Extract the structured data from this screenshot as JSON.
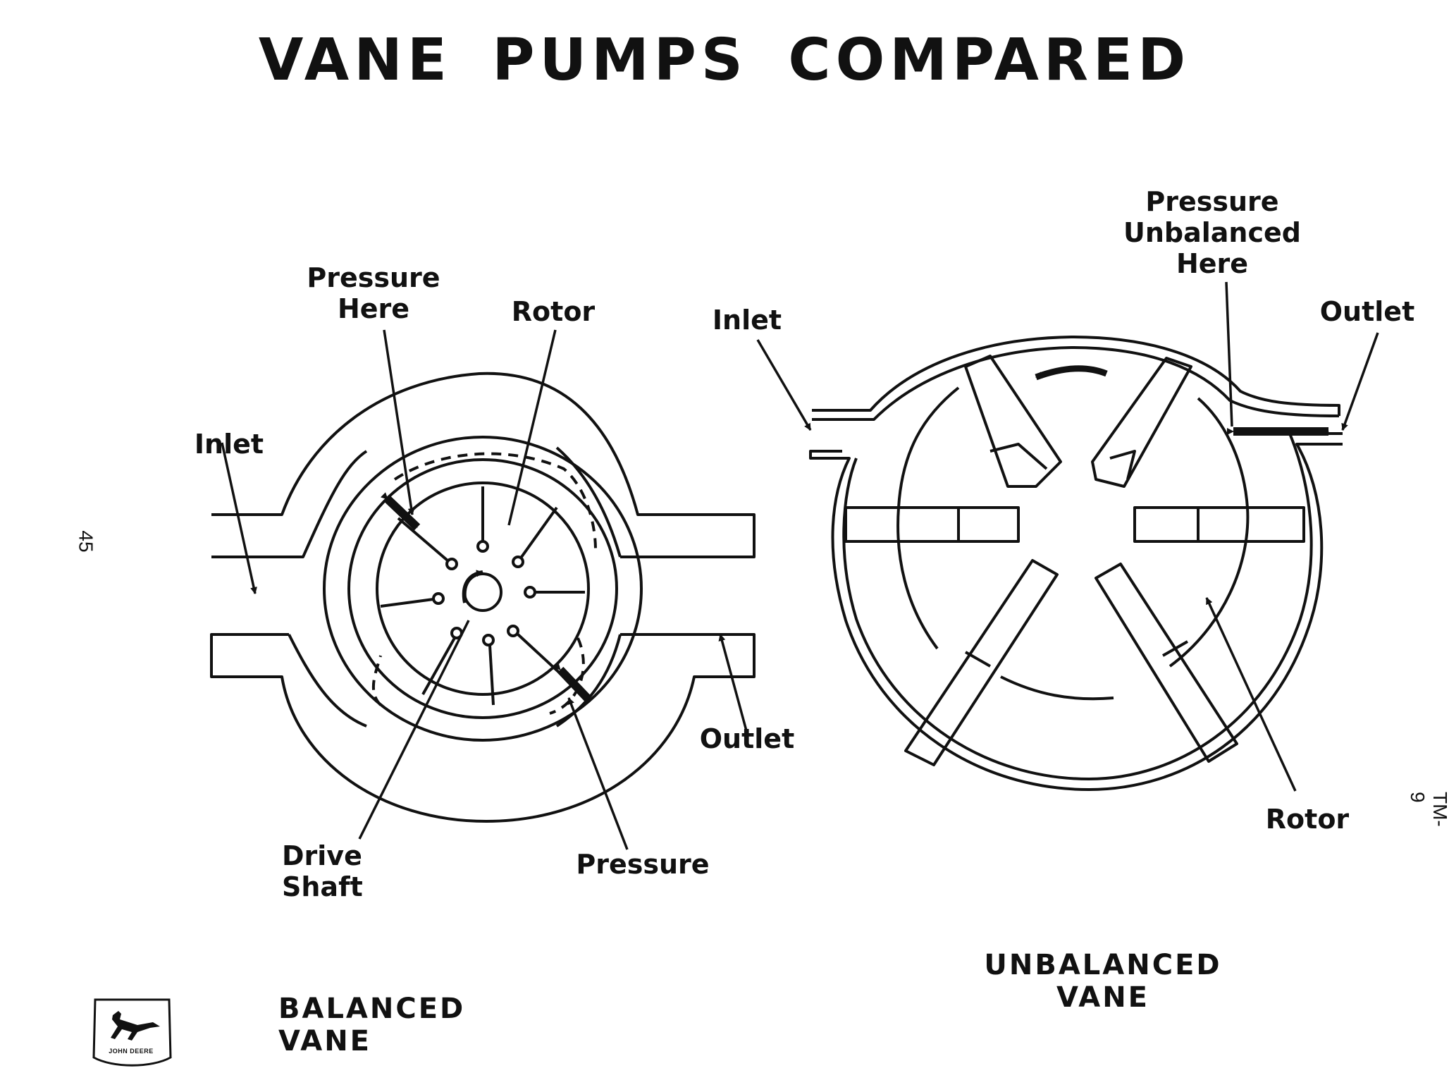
{
  "title": "VANE PUMPS COMPARED",
  "page_number": "45",
  "side_code": "TM-9",
  "balanced": {
    "caption": "BALANCED VANE",
    "labels": {
      "pressure_here": "Pressure Here",
      "rotor": "Rotor",
      "inlet": "Inlet",
      "outlet": "Outlet",
      "drive_shaft": "Drive Shaft",
      "pressure": "Pressure"
    }
  },
  "unbalanced": {
    "caption": "UNBALANCED VANE",
    "labels": {
      "pressure_unbalanced_here": "Pressure Unbalanced Here",
      "inlet": "Inlet",
      "outlet": "Outlet",
      "rotor": "Rotor"
    }
  },
  "logo": {
    "text": "JOHN DEERE",
    "icon": "leaping-deer-icon"
  }
}
